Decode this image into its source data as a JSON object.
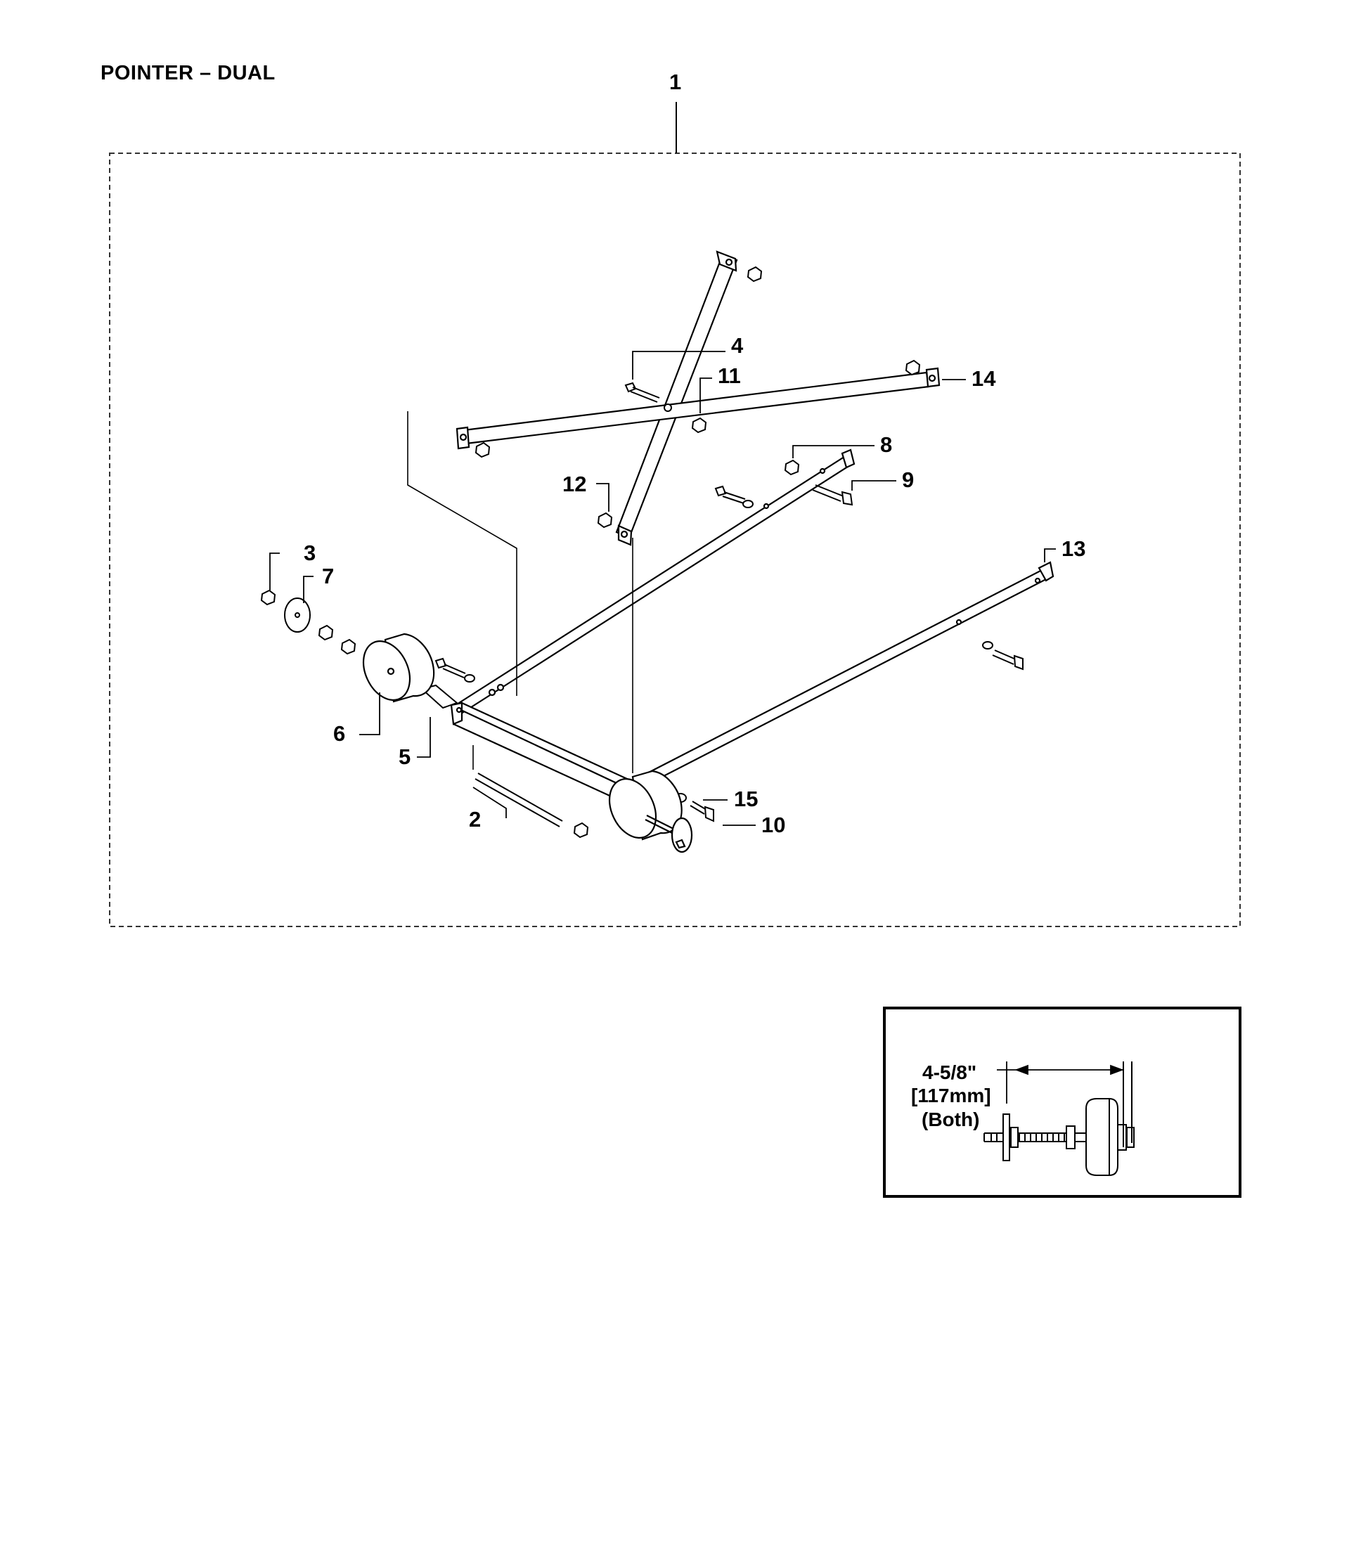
{
  "title": "POINTER – DUAL",
  "callouts": [
    "1",
    "2",
    "3",
    "4",
    "5",
    "6",
    "7",
    "8",
    "9",
    "10",
    "11",
    "12",
    "13",
    "14",
    "15"
  ],
  "inset": {
    "dimension_imperial": "4-5/8\"",
    "dimension_metric": "[117mm]",
    "note": "(Both)"
  }
}
